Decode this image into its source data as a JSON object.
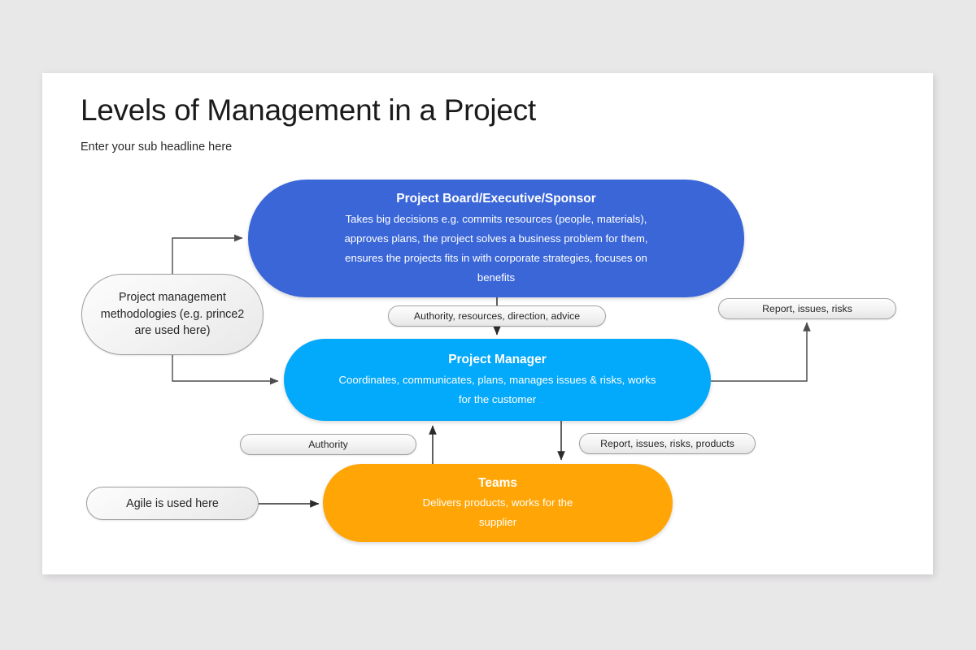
{
  "slide": {
    "title": "Levels of Management in a Project",
    "subtitle": "Enter your sub headline here",
    "background_color": "#e9e8e9",
    "card_color": "#ffffff"
  },
  "diagram": {
    "type": "hierarchy-flow",
    "levels": [
      {
        "id": "board",
        "title": "Project Board/Executive/Sponsor",
        "description": "Takes big decisions e.g. commits resources (people, materials), approves plans, the project solves a business problem for them, ensures the projects fits in with corporate strategies, focuses on benefits",
        "color": "#3a66d8"
      },
      {
        "id": "manager",
        "title": "Project Manager",
        "description": "Coordinates, communicates, plans, manages issues & risks, works for the customer",
        "color": "#03a9fa"
      },
      {
        "id": "teams",
        "title": "Teams",
        "description": "Delivers products, works for the supplier",
        "color": "#ffa505"
      }
    ],
    "callouts": [
      {
        "id": "methodologies",
        "text": "Project management methodologies (e.g. prince2 are used here)",
        "targets": [
          "board",
          "manager"
        ]
      },
      {
        "id": "agile",
        "text": "Agile is used here",
        "targets": [
          "teams"
        ]
      }
    ],
    "edge_labels": [
      {
        "id": "authority-resources",
        "text": "Authority, resources, direction, advice",
        "from": "board",
        "to": "manager"
      },
      {
        "id": "report-risks",
        "text": "Report, issues, risks",
        "from": "manager",
        "to": "board"
      },
      {
        "id": "authority",
        "text": "Authority",
        "from": "manager",
        "to": "teams"
      },
      {
        "id": "report-products",
        "text": "Report, issues, risks, products",
        "from": "teams",
        "to": "manager"
      }
    ]
  }
}
